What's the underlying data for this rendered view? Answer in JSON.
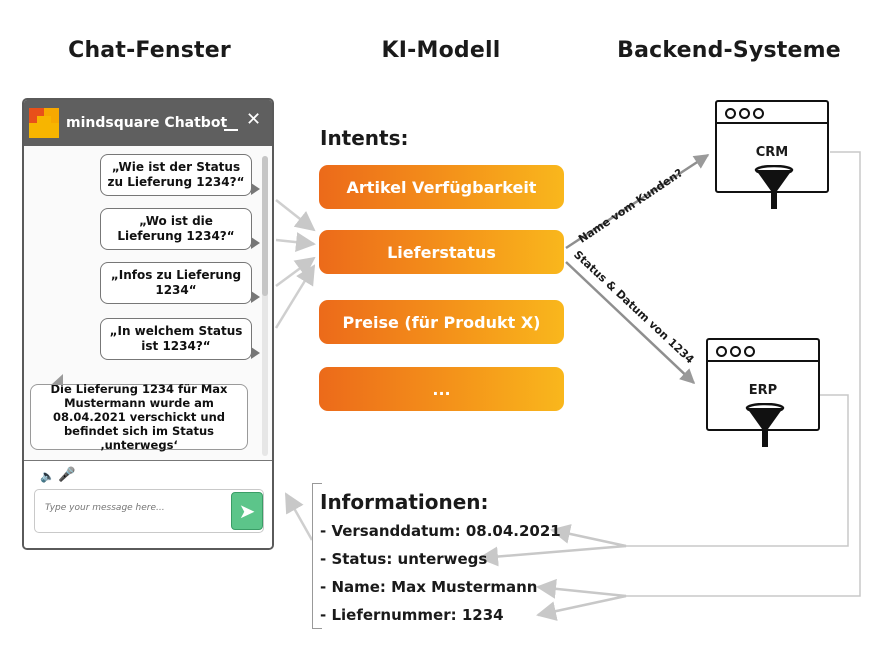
{
  "columns": {
    "chat": "Chat-Fenster",
    "model": "KI-Modell",
    "backend": "Backend-Systeme"
  },
  "chat_window": {
    "title": "mindsquare Chatbot",
    "close_glyph": "✕",
    "user_messages": [
      "„Wie ist der Status zu Lieferung 1234?“",
      "„Wo ist die Lieferung 1234?“",
      "„Infos zu Lieferung 1234“",
      "„In welchem Status ist 1234?“"
    ],
    "bot_message": "Die Lieferung 1234 für Max Mustermann wurde am 08.04.2021 verschickt und befindet sich im Status ‚unterwegs‘",
    "input_placeholder": "Type your message here...",
    "send_glyph": "➤",
    "speaker_glyph": "🔈",
    "mic_glyph": "🎤",
    "colors": {
      "header": "#5f5f5f",
      "send": "#5cc58a"
    }
  },
  "intents": {
    "label": "Intents:",
    "items": [
      "Artikel Verfügbarkeit",
      "Lieferstatus",
      "Preise (für Produkt X)",
      "..."
    ],
    "colors": {
      "from": "#ec6a1a",
      "to": "#f9b71c"
    }
  },
  "backend": {
    "systems": [
      "CRM",
      "ERP"
    ],
    "edge_labels": [
      "Name vom Kunden?",
      "Status & Datum von 1234"
    ]
  },
  "information": {
    "label": "Informationen:",
    "items": [
      "- Versanddatum: 08.04.2021",
      "- Status: unterwegs",
      "- Name: Max Mustermann",
      "- Liefernummer: 1234"
    ]
  }
}
